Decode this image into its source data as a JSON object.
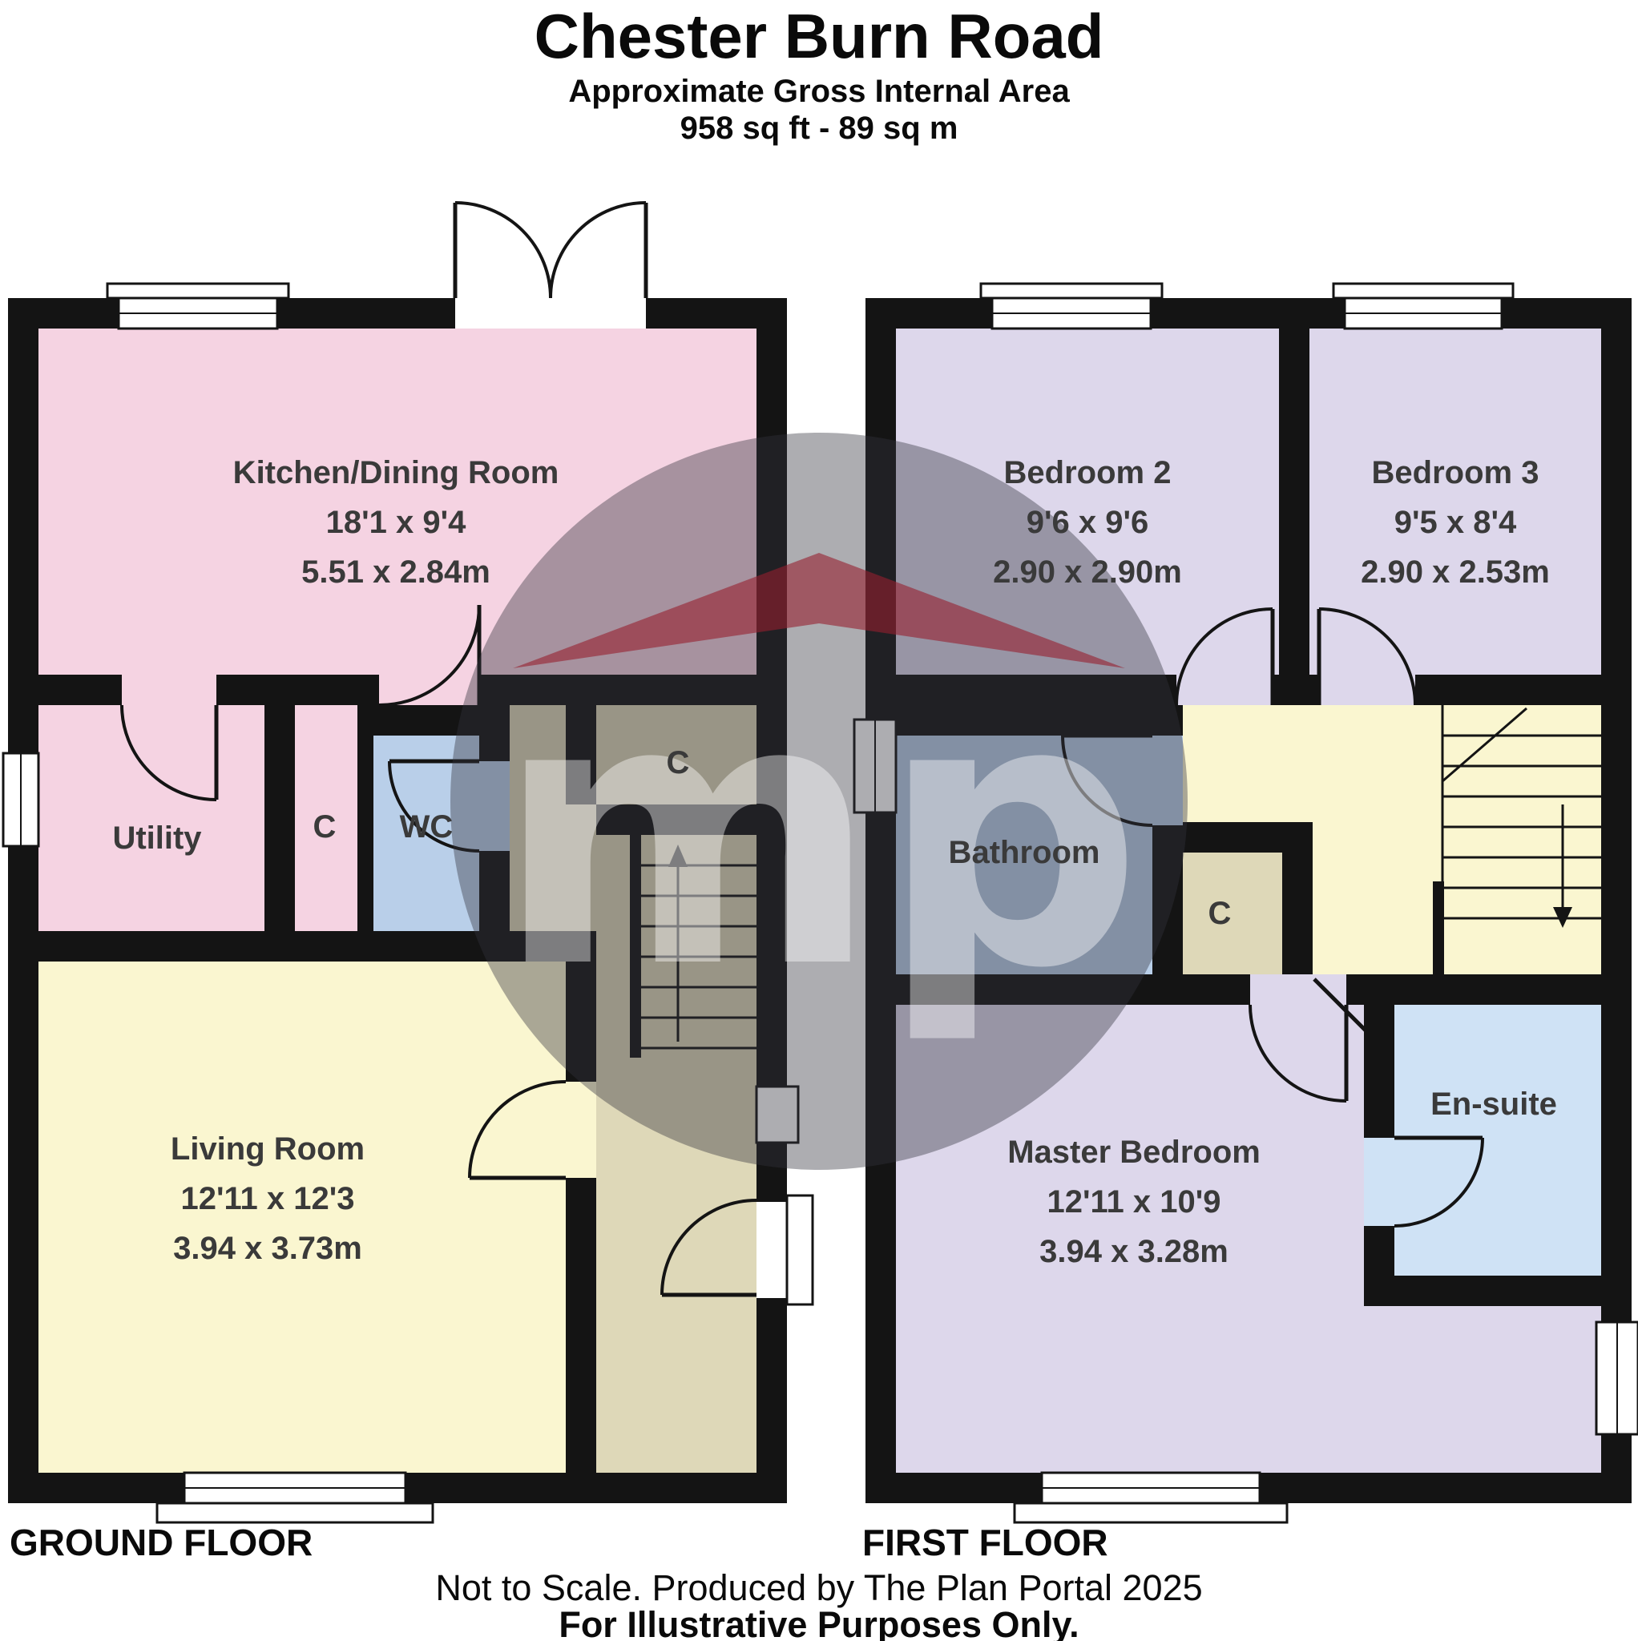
{
  "header": {
    "title": "Chester Burn Road",
    "subtitle": "Approximate Gross Internal Area",
    "area": "958 sq ft - 89 sq m"
  },
  "ground_floor": {
    "label": "GROUND FLOOR",
    "rooms": {
      "kitchen": {
        "name": "Kitchen/Dining Room",
        "dims_ft": "18'1 x 9'4",
        "dims_m": "5.51 x 2.84m"
      },
      "utility": {
        "name": "Utility"
      },
      "closet": {
        "name": "C"
      },
      "wc": {
        "name": "WC"
      },
      "hall_closet": {
        "name": "C"
      },
      "living": {
        "name": "Living Room",
        "dims_ft": "12'11 x 12'3",
        "dims_m": "3.94 x 3.73m"
      }
    }
  },
  "first_floor": {
    "label": "FIRST FLOOR",
    "rooms": {
      "bedroom2": {
        "name": "Bedroom 2",
        "dims_ft": "9'6 x 9'6",
        "dims_m": "2.90 x 2.90m"
      },
      "bedroom3": {
        "name": "Bedroom 3",
        "dims_ft": "9'5 x 8'4",
        "dims_m": "2.90 x 2.53m"
      },
      "bathroom": {
        "name": "Bathroom"
      },
      "closet": {
        "name": "C"
      },
      "ensuite": {
        "name": "En-suite"
      },
      "master": {
        "name": "Master Bedroom",
        "dims_ft": "12'11 x 10'9",
        "dims_m": "3.94 x 3.28m"
      }
    }
  },
  "footer": {
    "line1": "Not to Scale. Produced by The Plan Portal 2025",
    "line2": "For Illustrative Purposes Only."
  },
  "watermark": {
    "text": "mp"
  },
  "colors": {
    "pink": "#f5d3e2",
    "lavender": "#ddd7eb",
    "yellow": "#faf6d0",
    "tan": "#ded8b8",
    "blue": "#b9cfe9",
    "light_blue": "#cfe2f5",
    "wall": "#141414",
    "watermark_gray": "#33333b",
    "watermark_red": "#96202f"
  }
}
